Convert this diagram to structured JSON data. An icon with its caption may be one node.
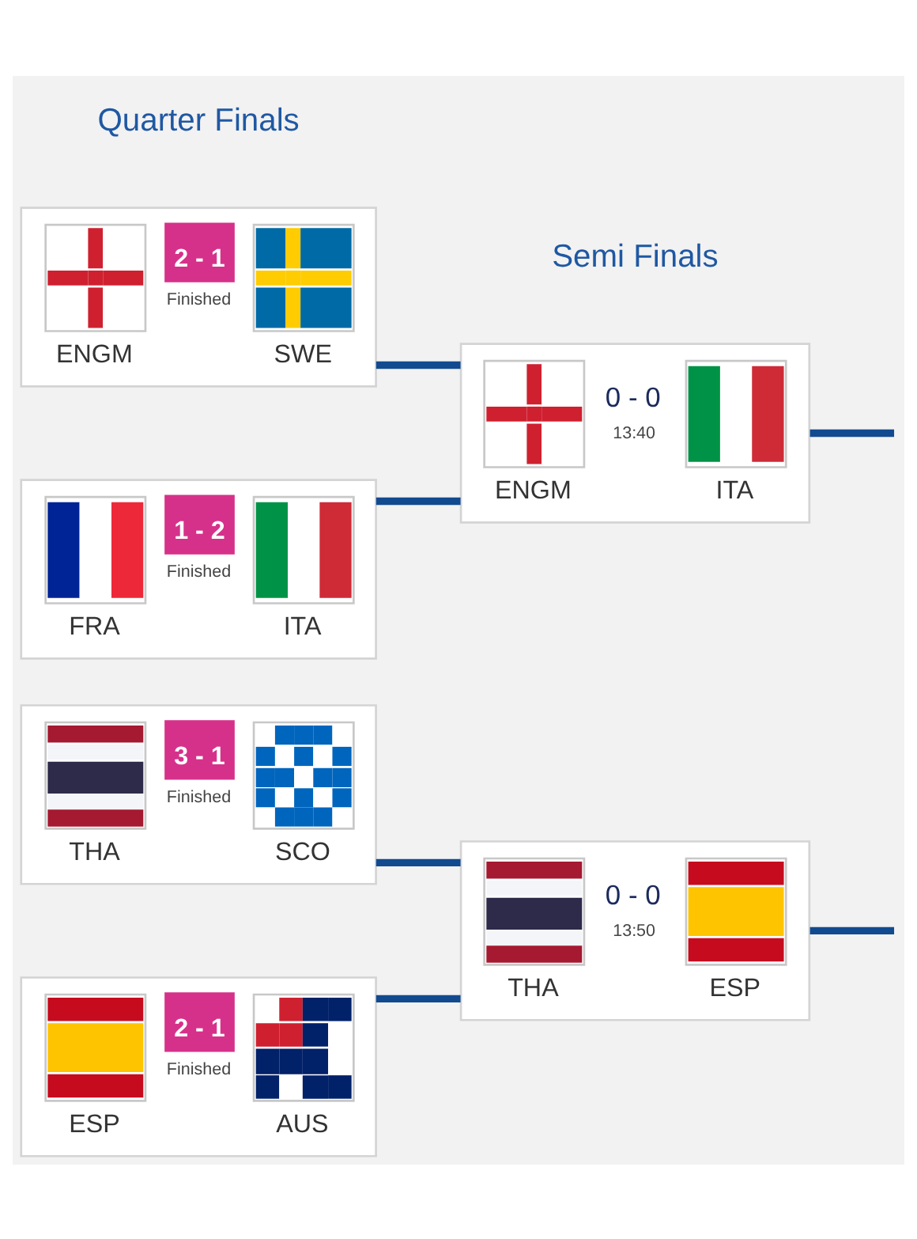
{
  "diagram": {
    "nodes": [
      {
        "text": [
          "ENGM",
          "2 - 1",
          "Finished",
          "SWE"
        ]
      },
      {
        "text": [
          "FRA",
          "1 - 2",
          "Finished",
          "ITA"
        ]
      },
      {
        "text": [
          "THA",
          "3 - 1",
          "Finished",
          "SCO"
        ]
      },
      {
        "text": [
          "ESP",
          "2 - 1",
          "Finished",
          "AUS"
        ]
      },
      {
        "text": [
          "ENGM",
          "0 - 0",
          "13:40",
          "ITA"
        ]
      },
      {
        "text": [
          "THA",
          "0 - 0",
          "13:50",
          "ESP"
        ]
      }
    ],
    "edges": [
      {
        "from": 0,
        "to": 4,
        "arrow": "none"
      },
      {
        "from": 1,
        "to": 4,
        "arrow": "none"
      },
      {
        "from": 2,
        "to": 5,
        "arrow": "none"
      },
      {
        "from": 3,
        "to": 5,
        "arrow": "none"
      },
      {
        "from": 4,
        "to": null,
        "arrow": "none"
      },
      {
        "from": 5,
        "to": null,
        "arrow": "none"
      }
    ],
    "labels": [
      "Quarter Finals",
      "Semi Finals"
    ]
  }
}
